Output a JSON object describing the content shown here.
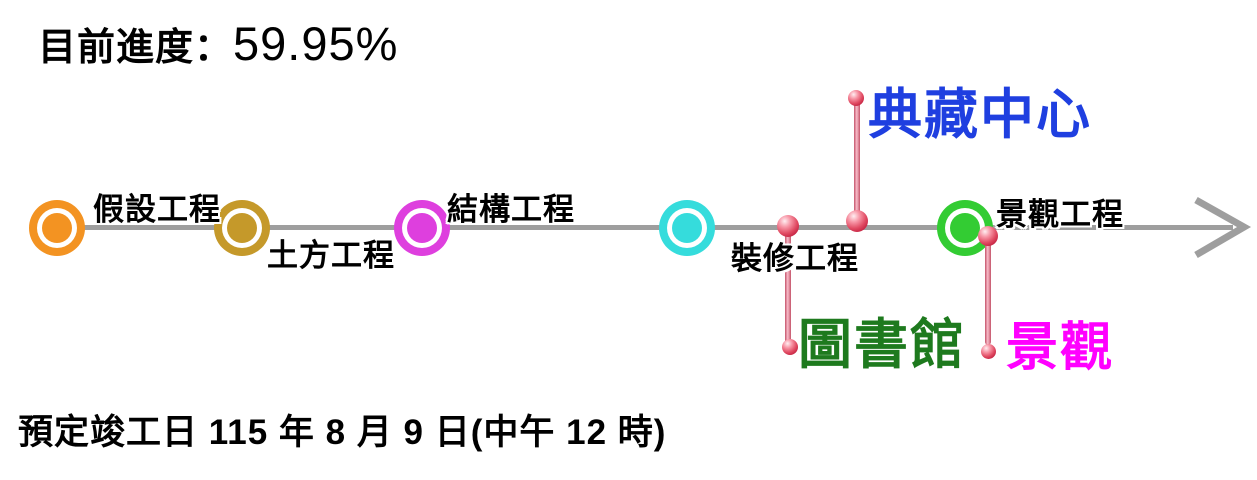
{
  "header": {
    "progress_label": "目前進度：",
    "progress_value": "59.95%"
  },
  "timeline": {
    "line_color": "#9e9e9e",
    "arrow_color": "#9e9e9e",
    "pin_color": "#c21f3f",
    "stations": [
      {
        "label": "假設工程",
        "color": "#f39322",
        "label_position": "above"
      },
      {
        "label": "土方工程",
        "color": "#c5992a",
        "label_position": "below"
      },
      {
        "label": "結構工程",
        "color": "#de3fde",
        "label_position": "above"
      },
      {
        "label": "裝修工程",
        "color": "#35dcdc",
        "label_position": "below"
      },
      {
        "label": "景觀工程",
        "color": "#33cc33",
        "label_position": "above"
      }
    ],
    "milestones": [
      {
        "label": "典藏中心",
        "text_color": "#1f3fe0",
        "direction": "up"
      },
      {
        "label": "圖書館",
        "text_color": "#1e7a1e",
        "direction": "down"
      },
      {
        "label": "景觀",
        "text_color": "#ff00ff",
        "direction": "down"
      }
    ]
  },
  "footer": {
    "completion_text": "預定竣工日 115 年 8 月 9 日(中午 12 時)"
  },
  "icons": {
    "arrow": "arrow-right-icon",
    "pin": "milestone-pin-icon"
  }
}
